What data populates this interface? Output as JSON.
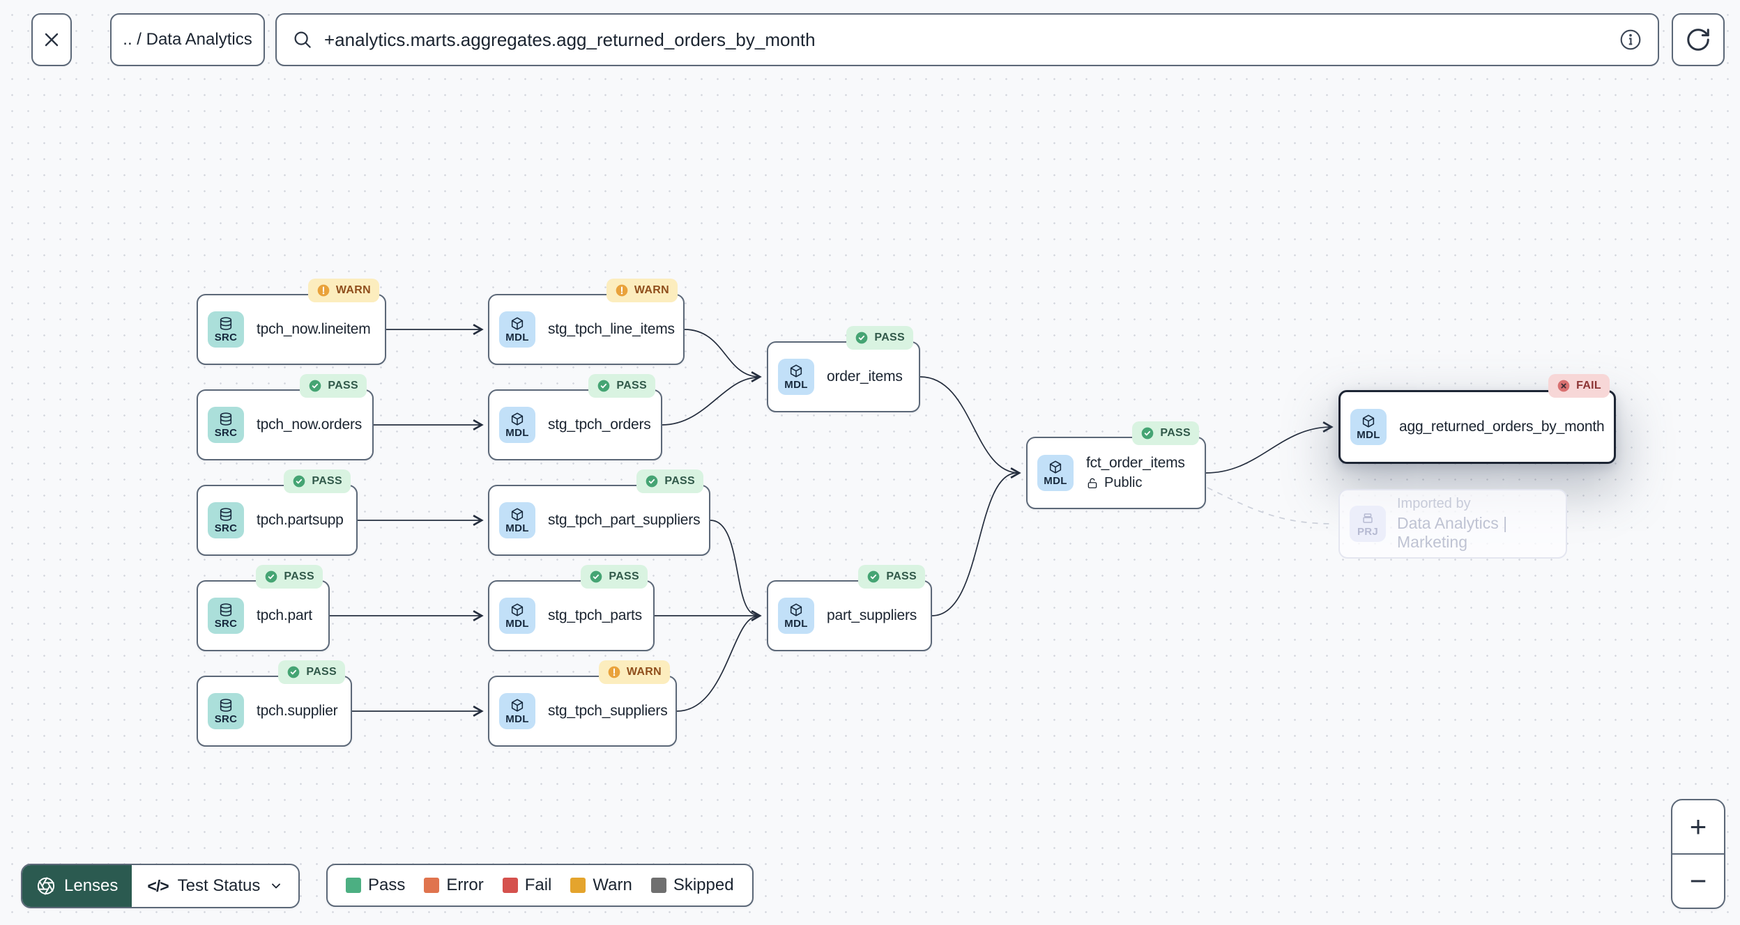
{
  "toolbar": {
    "breadcrumb": ".. / Data Analytics",
    "search_value": "+analytics.marts.aggregates.agg_returned_orders_by_month"
  },
  "nodes": [
    {
      "type": "SRC",
      "label": "tpch_now.lineitem",
      "status": "WARN"
    },
    {
      "type": "SRC",
      "label": "tpch_now.orders",
      "status": "PASS"
    },
    {
      "type": "SRC",
      "label": "tpch.partsupp",
      "status": "PASS"
    },
    {
      "type": "SRC",
      "label": "tpch.part",
      "status": "PASS"
    },
    {
      "type": "SRC",
      "label": "tpch.supplier",
      "status": "PASS"
    },
    {
      "type": "MDL",
      "label": "stg_tpch_line_items",
      "status": "WARN"
    },
    {
      "type": "MDL",
      "label": "stg_tpch_orders",
      "status": "PASS"
    },
    {
      "type": "MDL",
      "label": "stg_tpch_part_suppliers",
      "status": "PASS"
    },
    {
      "type": "MDL",
      "label": "stg_tpch_parts",
      "status": "PASS"
    },
    {
      "type": "MDL",
      "label": "stg_tpch_suppliers",
      "status": "WARN"
    },
    {
      "type": "MDL",
      "label": "order_items",
      "status": "PASS"
    },
    {
      "type": "MDL",
      "label": "part_suppliers",
      "status": "PASS"
    },
    {
      "type": "MDL",
      "label": "fct_order_items",
      "status": "PASS",
      "visibility": "Public"
    },
    {
      "type": "MDL",
      "label": "agg_returned_orders_by_month",
      "status": "FAIL"
    }
  ],
  "ghost_node": {
    "type": "PRJ",
    "line1": "Imported by",
    "line2": "Data Analytics | Marketing"
  },
  "lenses": {
    "button_label": "Lenses",
    "code_icon": "</>",
    "selected_lens": "Test Status"
  },
  "legend": {
    "items": [
      {
        "label": "Pass",
        "color": "#4caf82"
      },
      {
        "label": "Error",
        "color": "#e0744e"
      },
      {
        "label": "Fail",
        "color": "#d5514d"
      },
      {
        "label": "Warn",
        "color": "#e4a42d"
      },
      {
        "label": "Skipped",
        "color": "#6f6f6f"
      }
    ]
  },
  "zoom_controls": {
    "zoom_in": "+",
    "zoom_out": "−"
  }
}
